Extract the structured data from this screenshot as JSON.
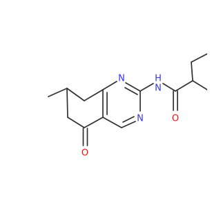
{
  "atoms": {
    "n_top": {
      "symbol": "N",
      "color": "#3333ff"
    },
    "n_bottom": {
      "symbol": "N",
      "color": "#3333ff"
    },
    "nh": {
      "symbol": "N",
      "h_symbol": "H",
      "color": "#3333ff"
    },
    "o_ketone": {
      "symbol": "O",
      "color": "#ff0d0d"
    },
    "o_amide": {
      "symbol": "O",
      "color": "#ff0d0d"
    }
  },
  "colors": {
    "bond": "#303030",
    "background": "#ffffff"
  }
}
